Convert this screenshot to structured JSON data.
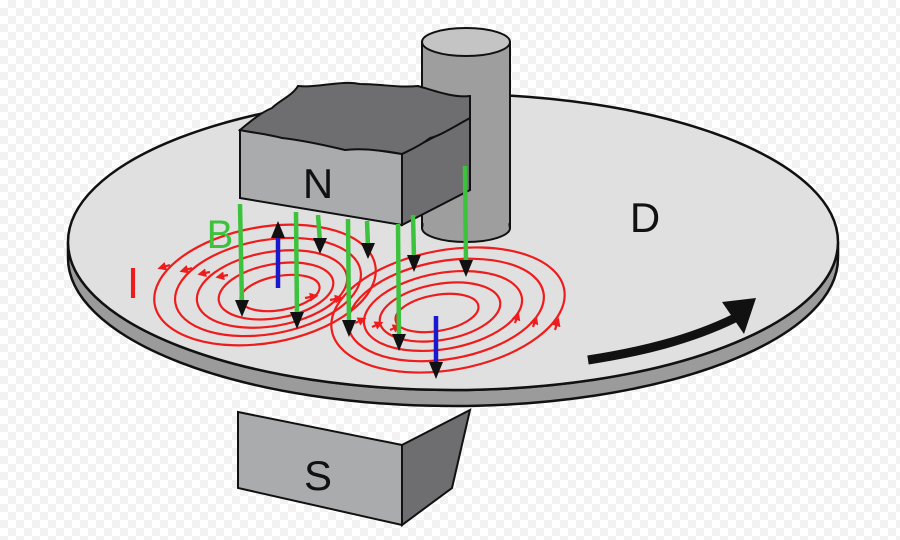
{
  "labels": {
    "north_pole": "N",
    "south_pole": "S",
    "disc": "D",
    "field": "B",
    "current": "I"
  },
  "colors": {
    "disc_fill": "#e0e0e0",
    "magnet_side": "#a9abad",
    "magnet_top": "#6e6e70",
    "field_lines": "#3cc23c",
    "eddy_currents": "#ee1c1c",
    "induced_field": "#1a1acc",
    "outline": "#111111"
  },
  "icons": [
    "rotation-arrow-icon"
  ]
}
